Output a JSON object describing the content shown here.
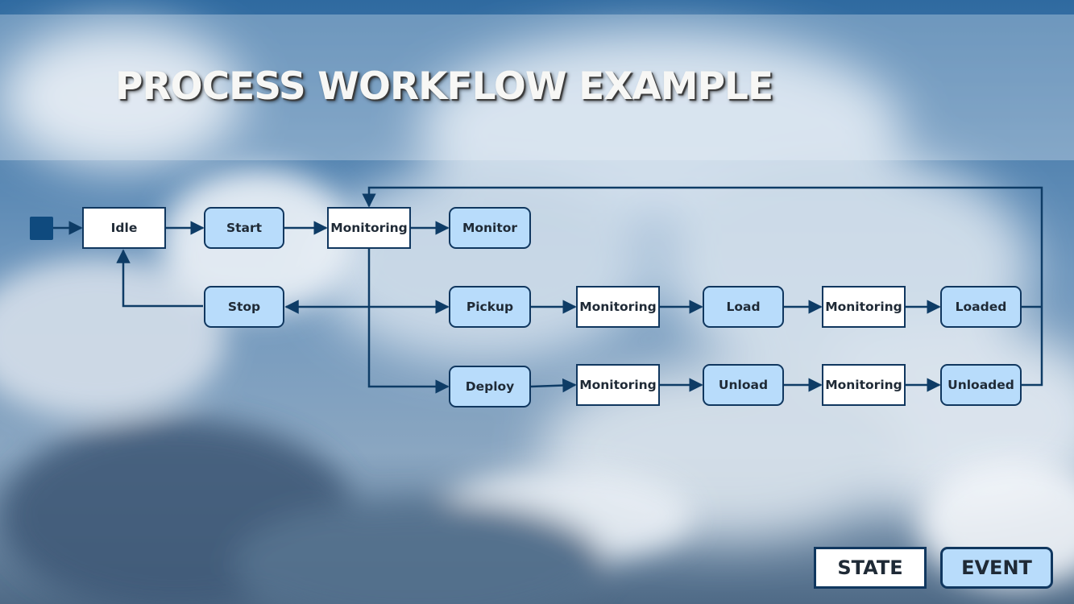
{
  "title": "PROCESS WORKFLOW EXAMPLE",
  "colors": {
    "line": "#0e3c66",
    "state_fill": "#ffffff",
    "event_fill": "#b8dcfb",
    "start_marker": "#0f4a7e"
  },
  "nodes": {
    "idle": {
      "label": "Idle",
      "kind": "state"
    },
    "start": {
      "label": "Start",
      "kind": "event"
    },
    "monitoring_main": {
      "label": "Monitoring",
      "kind": "state"
    },
    "monitor": {
      "label": "Monitor",
      "kind": "event"
    },
    "stop": {
      "label": "Stop",
      "kind": "event"
    },
    "pickup": {
      "label": "Pickup",
      "kind": "event"
    },
    "monitoring_pickup": {
      "label": "Monitoring",
      "kind": "state"
    },
    "load": {
      "label": "Load",
      "kind": "event"
    },
    "monitoring_load": {
      "label": "Monitoring",
      "kind": "state"
    },
    "loaded": {
      "label": "Loaded",
      "kind": "event"
    },
    "deploy": {
      "label": "Deploy",
      "kind": "event"
    },
    "monitoring_deploy": {
      "label": "Monitoring",
      "kind": "state"
    },
    "unload": {
      "label": "Unload",
      "kind": "event"
    },
    "monitoring_unload": {
      "label": "Monitoring",
      "kind": "state"
    },
    "unloaded": {
      "label": "Unloaded",
      "kind": "event"
    }
  },
  "edges": [
    [
      "start_marker",
      "idle"
    ],
    [
      "idle",
      "start"
    ],
    [
      "start",
      "monitoring_main"
    ],
    [
      "monitoring_main",
      "monitor"
    ],
    [
      "monitoring_main",
      "stop"
    ],
    [
      "monitoring_main",
      "pickup"
    ],
    [
      "monitoring_main",
      "deploy"
    ],
    [
      "stop",
      "idle"
    ],
    [
      "pickup",
      "monitoring_pickup"
    ],
    [
      "monitoring_pickup",
      "load"
    ],
    [
      "load",
      "monitoring_load"
    ],
    [
      "monitoring_load",
      "loaded"
    ],
    [
      "deploy",
      "monitoring_deploy"
    ],
    [
      "monitoring_deploy",
      "unload"
    ],
    [
      "unload",
      "monitoring_unload"
    ],
    [
      "monitoring_unload",
      "unloaded"
    ],
    [
      "loaded",
      "monitoring_main"
    ],
    [
      "unloaded",
      "monitoring_main"
    ]
  ],
  "legend": {
    "state": "STATE",
    "event": "EVENT"
  }
}
